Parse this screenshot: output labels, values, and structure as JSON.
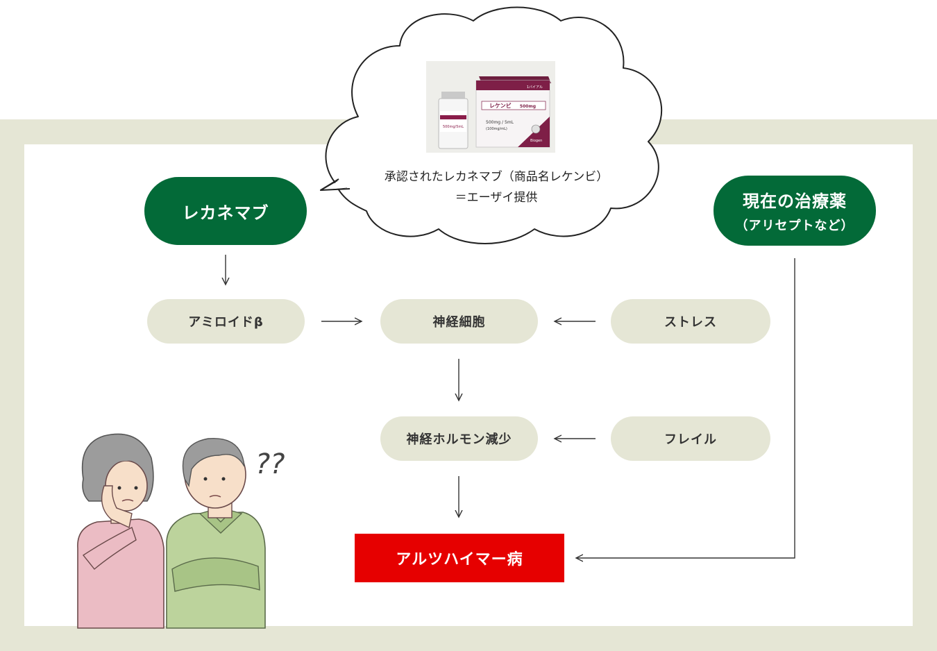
{
  "speech_bubble": {
    "caption_line1": "承認されたレカネマブ（商品名レケンビ）",
    "caption_line2": "＝エーザイ提供",
    "product_photo": {
      "box_small_top": "1バイアル",
      "box_brand": "レケンビ",
      "box_dose": "500mg",
      "box_volume": "500mg / 5mL",
      "box_concentration": "(100mg/mL)",
      "box_maker": "Biogen",
      "vial_label": "500mg/5mL"
    }
  },
  "nodes": {
    "lecanemab": "レカネマブ",
    "current_drug_title": "現在の治療薬",
    "current_drug_sub": "（アリセプトなど）",
    "amyloid": "アミロイドβ",
    "neuron": "神経細胞",
    "stress": "ストレス",
    "neuro_hormone": "神経ホルモン減少",
    "frailty": "フレイル",
    "alzheimers": "アルツハイマー病"
  },
  "illustration": {
    "question_marks": "??"
  },
  "colors": {
    "frame": "#e5e6d5",
    "dark_green": "#036a38",
    "light_pill": "#e5e6d5",
    "alert_red": "#e60000",
    "arrow": "#333333"
  }
}
